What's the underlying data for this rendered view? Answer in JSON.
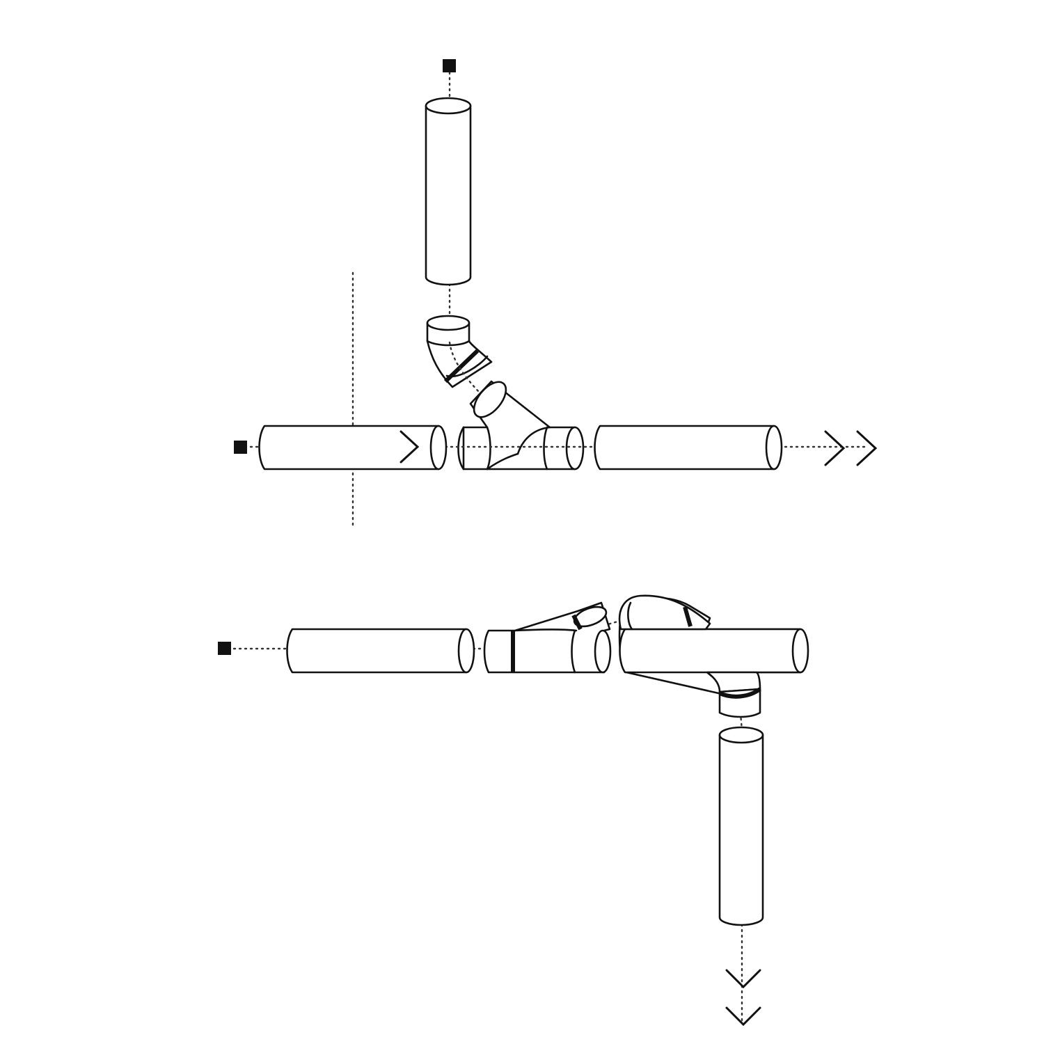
{
  "colors": {
    "stroke": "#111111",
    "flow": "#333333",
    "background": "#ffffff"
  },
  "diagram": {
    "assemblies": [
      {
        "id": "wye-junction",
        "sources": [
          "vertical-inlet",
          "horizontal-inlet"
        ],
        "outlets": [
          "horizontal-outlet"
        ],
        "components": [
          "vertical-pipe",
          "elbow-fitting",
          "wye-fitting",
          "inlet-pipe",
          "outlet-pipe"
        ],
        "flow_direction": "right",
        "outlet_arrows": 2
      },
      {
        "id": "sanitary-tee-junction",
        "sources": [
          "horizontal-inlet"
        ],
        "outlets": [
          "vertical-outlet"
        ],
        "components": [
          "inlet-pipe",
          "wye-fitting",
          "tee-pipe",
          "elbow-fitting",
          "outlet-pipe"
        ],
        "flow_direction": "down",
        "outlet_arrows": 2
      }
    ]
  }
}
